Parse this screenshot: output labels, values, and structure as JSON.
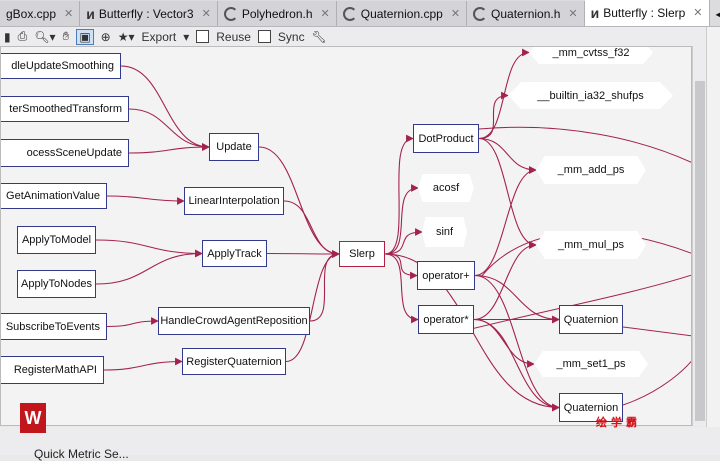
{
  "tabs": [
    {
      "label": "gBox.cpp",
      "icon": "none"
    },
    {
      "label": "Butterfly : Vector3",
      "icon": "graph-icon"
    },
    {
      "label": "Polyhedron.h",
      "icon": "c-icon"
    },
    {
      "label": "Quaternion.cpp",
      "icon": "c-icon"
    },
    {
      "label": "Quaternion.h",
      "icon": "c-icon"
    },
    {
      "label": "Butterfly : Slerp",
      "icon": "graph-icon",
      "active": true
    }
  ],
  "toolbar": {
    "export": "Export",
    "reuse": "Reuse",
    "sync": "Sync"
  },
  "edge_color": "#a3224f",
  "nodes": {
    "n1": {
      "label": "dleUpdateSmoothing"
    },
    "n2": {
      "label": "terSmoothedTransform"
    },
    "n3": {
      "label": "ocessSceneUpdate"
    },
    "n4": {
      "label": "GetAnimationValue"
    },
    "n5": {
      "label": "ApplyToModel"
    },
    "n6": {
      "label": "ApplyToNodes"
    },
    "n7": {
      "label": "SubscribeToEvents"
    },
    "n8": {
      "label": "RegisterMathAPI"
    },
    "update": {
      "label": "Update"
    },
    "lerp": {
      "label": "LinearInterpolation"
    },
    "applytrack": {
      "label": "ApplyTrack"
    },
    "crowd": {
      "label": "HandleCrowdAgentReposition"
    },
    "regq": {
      "label": "RegisterQuaternion"
    },
    "slerp": {
      "label": "Slerp"
    },
    "dot": {
      "label": "DotProduct"
    },
    "acosf": {
      "label": "acosf"
    },
    "sinf": {
      "label": "sinf"
    },
    "opplus": {
      "label": "operator+"
    },
    "opmul": {
      "label": "operator*"
    },
    "cvtss": {
      "label": "_mm_cvtss_f32"
    },
    "shufps": {
      "label": "__builtin_ia32_shufps"
    },
    "addps": {
      "label": "_mm_add_ps"
    },
    "mulps": {
      "label": "_mm_mul_ps"
    },
    "quat1": {
      "label": "Quaternion"
    },
    "set1": {
      "label": "_mm_set1_ps"
    },
    "quat2": {
      "label": "Quaternion"
    }
  },
  "edges": [
    [
      "n1",
      "update"
    ],
    [
      "n2",
      "update"
    ],
    [
      "n3",
      "update"
    ],
    [
      "n4",
      "lerp"
    ],
    [
      "n5",
      "applytrack"
    ],
    [
      "n6",
      "applytrack"
    ],
    [
      "n7",
      "crowd"
    ],
    [
      "n8",
      "regq"
    ],
    [
      "update",
      "slerp"
    ],
    [
      "lerp",
      "slerp"
    ],
    [
      "applytrack",
      "slerp"
    ],
    [
      "crowd",
      "slerp"
    ],
    [
      "regq",
      "slerp"
    ],
    [
      "slerp",
      "dot"
    ],
    [
      "slerp",
      "acosf"
    ],
    [
      "slerp",
      "sinf"
    ],
    [
      "slerp",
      "opplus"
    ],
    [
      "slerp",
      "opmul"
    ],
    [
      "slerp",
      "quat2"
    ],
    [
      "dot",
      "cvtss"
    ],
    [
      "dot",
      "shufps"
    ],
    [
      "dot",
      "addps"
    ],
    [
      "dot",
      "mulps"
    ],
    [
      "opplus",
      "quat1"
    ],
    [
      "opplus",
      "addps"
    ],
    [
      "opplus",
      "quat2"
    ],
    [
      "opmul",
      "quat1"
    ],
    [
      "opmul",
      "mulps"
    ],
    [
      "opmul",
      "set1"
    ],
    [
      "opmul",
      "quat2"
    ]
  ],
  "status": "Quick Metric Se...",
  "watermark": "绘学霸"
}
